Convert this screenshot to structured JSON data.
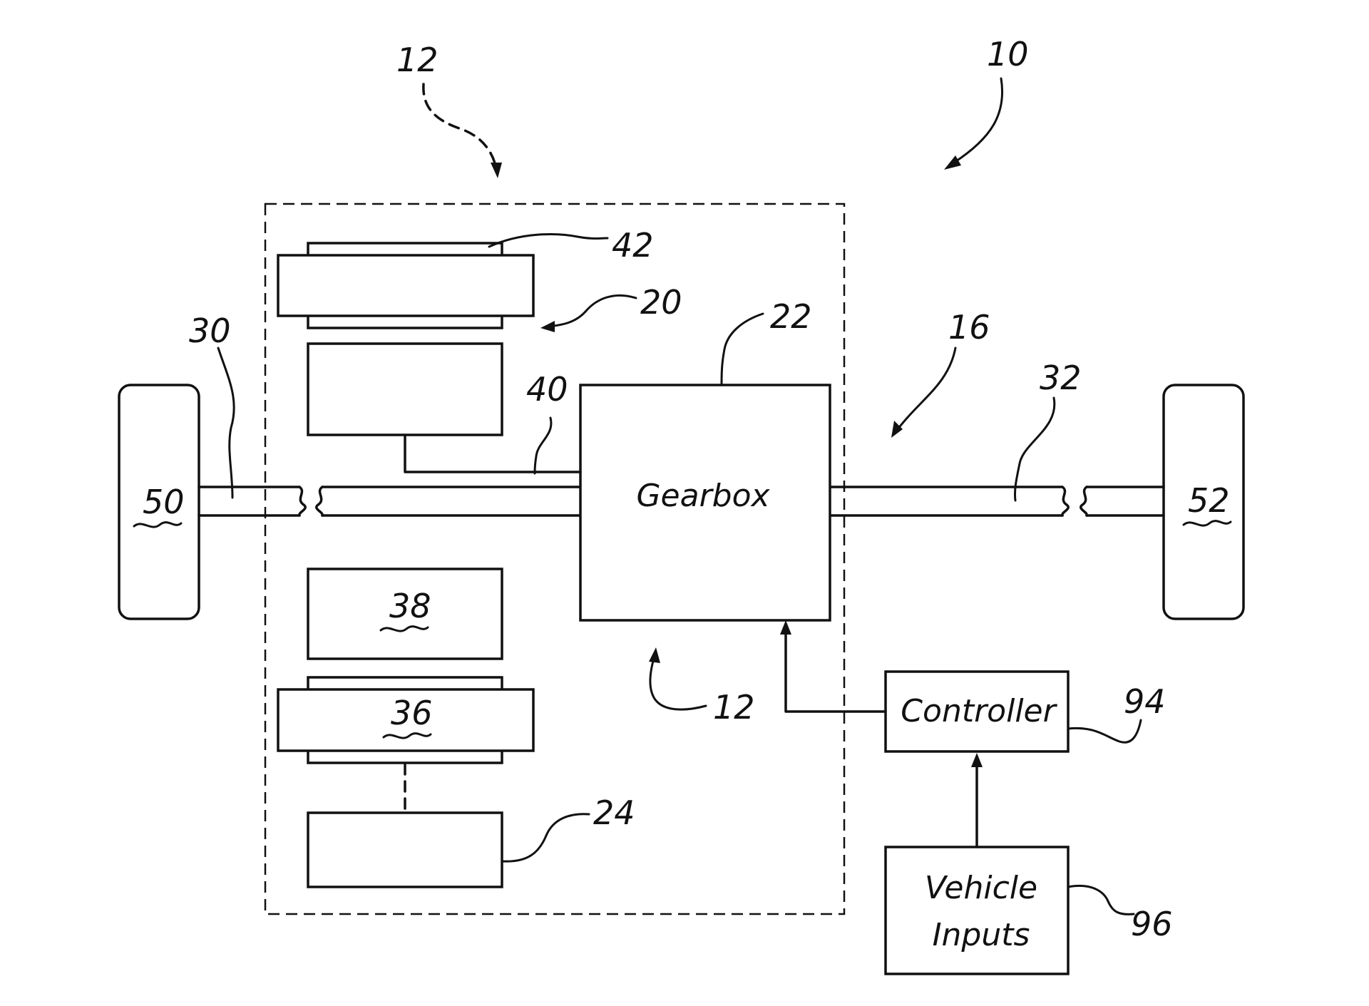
{
  "labels": {
    "ref_10": "10",
    "ref_12_top": "12",
    "ref_12_bottom": "12",
    "ref_16": "16",
    "ref_20": "20",
    "ref_22": "22",
    "ref_24": "24",
    "ref_30": "30",
    "ref_32": "32",
    "ref_36": "36",
    "ref_38": "38",
    "ref_40": "40",
    "ref_42": "42",
    "ref_50": "50",
    "ref_52": "52",
    "ref_94": "94",
    "ref_96": "96"
  },
  "blocks": {
    "gearbox": "Gearbox",
    "controller": "Controller",
    "vehicle_inputs_line1": "Vehicle",
    "vehicle_inputs_line2": "Inputs"
  }
}
